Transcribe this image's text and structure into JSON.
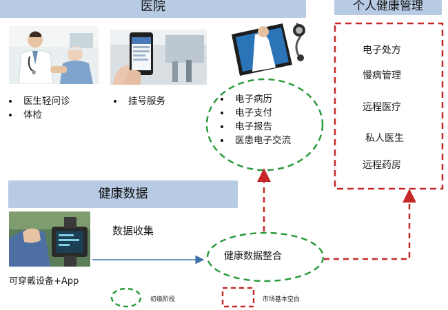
{
  "hospital": {
    "title": "医院",
    "list_a": [
      "医生轻问诊",
      "体检"
    ],
    "list_b": [
      "挂号服务"
    ],
    "list_c": [
      "电子病历",
      "电子支付",
      "电子报告",
      "医患电子交流"
    ]
  },
  "personal": {
    "title": "个人健康管理",
    "items": [
      "电子处方",
      "慢病管理",
      "远程医疗",
      "私人医生",
      "远程药房"
    ]
  },
  "health": {
    "title": "健康数据",
    "collect_label": "数据收集",
    "integration_label": "健康数据整合",
    "wearable_label": "可穿戴设备+App"
  },
  "legend": {
    "initial": "初级阶段",
    "blank": "市场基本空白"
  },
  "colors": {
    "banner": "#b7cbe4",
    "green_dash": "#2a9a3c",
    "red_dash": "#c62828",
    "arrow_blue": "#3d6fa8"
  }
}
